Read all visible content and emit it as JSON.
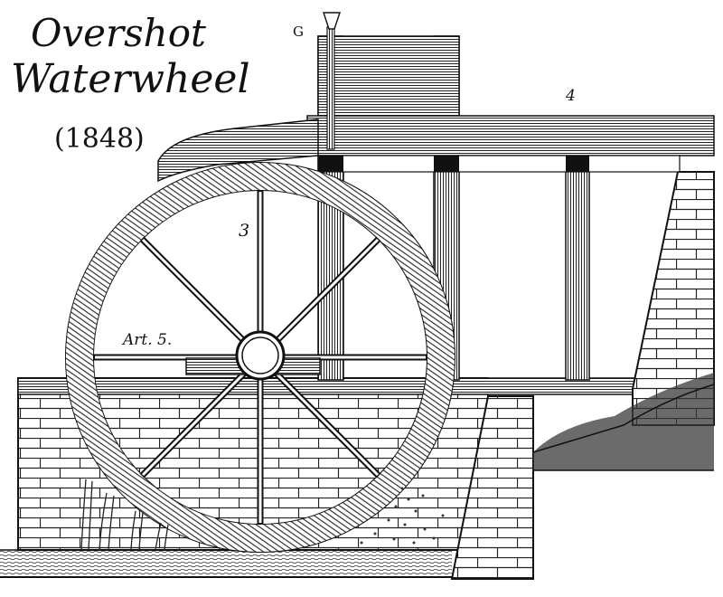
{
  "title": {
    "line1": "Overshot",
    "line2": "Waterwheel",
    "year": "(1848)"
  },
  "labels": {
    "gate": "G",
    "beam": "4",
    "wheel": "3",
    "article": "Art. 5."
  },
  "colors": {
    "ink": "#111111",
    "paper": "#ffffff",
    "shade": "#555555"
  }
}
